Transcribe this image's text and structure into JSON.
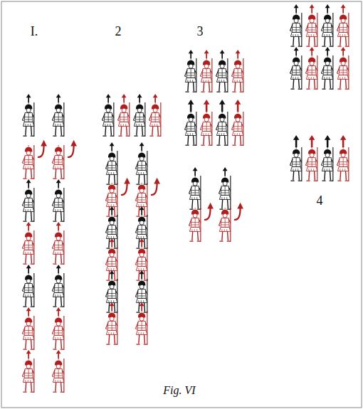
{
  "diagram": {
    "caption": "Fig. VI",
    "labels": [
      "I.",
      "2",
      "3",
      "4"
    ]
  }
}
